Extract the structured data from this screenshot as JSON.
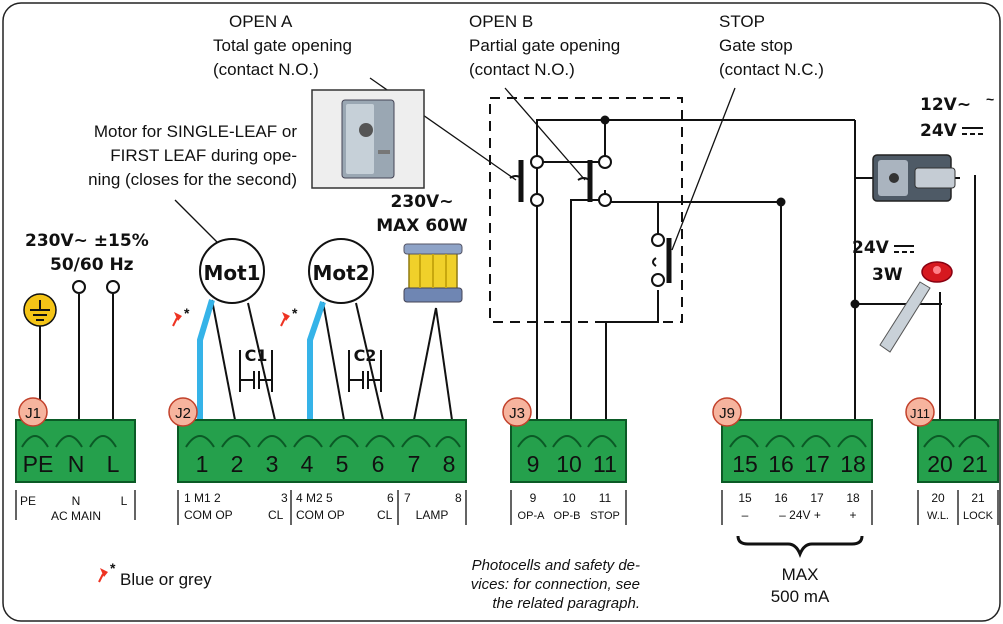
{
  "captions": {
    "open_a": [
      "OPEN A",
      "Total gate opening",
      "(contact N.O.)"
    ],
    "open_b": [
      "OPEN B",
      "Partial gate opening",
      "(contact N.O.)"
    ],
    "stop": [
      "STOP",
      "Gate stop",
      "(contact N.C.)"
    ],
    "motor_note": [
      "Motor for SINGLE-LEAF or",
      "FIRST LEAF during ope-",
      "ning (closes for the second)"
    ],
    "supply": [
      "230V~  ±15%",
      "50/60 Hz"
    ],
    "lamp_rating": [
      "230V~",
      "MAX 60W"
    ],
    "lock_rating": [
      "12V~",
      "24V"
    ],
    "light_rating": [
      "24V",
      "3W"
    ],
    "blue_grey": "Blue or grey",
    "wire_star": "*",
    "photocell_note": [
      "Photocells and safety de-",
      "vices: for connection, see",
      "the related paragraph."
    ],
    "max_current": [
      "MAX",
      "500 mA"
    ]
  },
  "motors": [
    {
      "label": "Mot1",
      "capacitor": "C1"
    },
    {
      "label": "Mot2",
      "capacitor": "C2"
    }
  ],
  "blocks": [
    {
      "id": "J1",
      "terminals": [
        "PE",
        "N",
        "L"
      ],
      "sublabels": [
        "PE",
        "N",
        "L",
        "AC MAIN"
      ]
    },
    {
      "id": "J2",
      "terminals": [
        "1",
        "2",
        "3",
        "4",
        "5",
        "6",
        "7",
        "8"
      ],
      "sublabels": [
        "1  M1 2",
        "3",
        "COM  OP",
        "CL",
        "4  M2 5",
        "6",
        "COM  OP",
        "CL",
        "7",
        "8",
        "LAMP"
      ]
    },
    {
      "id": "J3",
      "terminals": [
        "9",
        "10",
        "11"
      ],
      "sublabels": [
        "9",
        "10",
        "11",
        "OP-A",
        "OP-B",
        "STOP"
      ]
    },
    {
      "id": "J9",
      "terminals": [
        "15",
        "16",
        "17",
        "18"
      ],
      "sublabels": [
        "15",
        "16",
        "17",
        "18",
        "–",
        "– 24V +",
        "+"
      ]
    },
    {
      "id": "J11",
      "terminals": [
        "20",
        "21"
      ],
      "sublabels": [
        "20",
        "21",
        "W.L.",
        "LOCK"
      ]
    }
  ]
}
